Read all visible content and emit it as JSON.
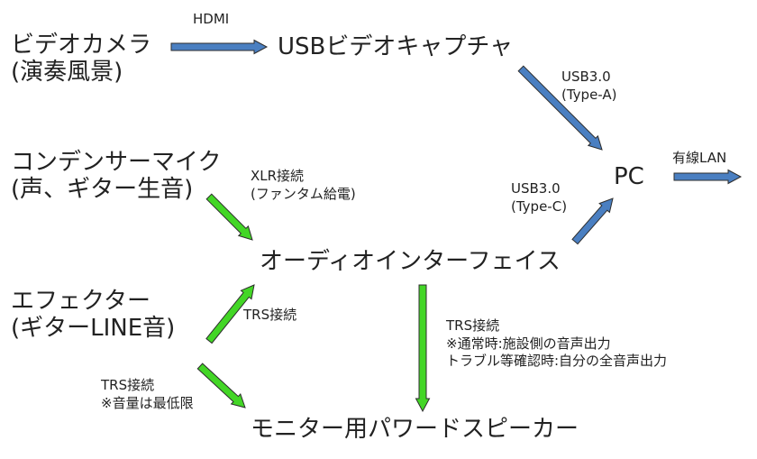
{
  "colors": {
    "blue": "#4a7fc1",
    "green": "#43d626",
    "outline": "#2d2d2d",
    "text": "#222222"
  },
  "nodes": {
    "camera": [
      "ビデオカメラ",
      "(演奏風景)"
    ],
    "capture": [
      "USBビデオキャプチャ"
    ],
    "pc": [
      "PC"
    ],
    "mic": [
      "コンデンサーマイク",
      "(声、ギター生音)"
    ],
    "interface": [
      "オーディオインターフェイス"
    ],
    "effector": [
      "エフェクター",
      "(ギターLINE音)"
    ],
    "speaker": [
      "モニター用パワードスピーカー"
    ]
  },
  "labels": {
    "hdmi": [
      "HDMI"
    ],
    "usb_a": [
      "USB3.0",
      "(Type-A)"
    ],
    "lan": [
      "有線LAN"
    ],
    "usb_c": [
      "USB3.0",
      "(Type-C)"
    ],
    "xlr": [
      "XLR接続",
      "(ファンタム給電)"
    ],
    "trs_effector": [
      "TRS接続"
    ],
    "trs_speaker": [
      "TRS接続",
      "※通常時:施設側の音声出力",
      "トラブル等確認時:自分の全音声出力"
    ],
    "trs_effector_speaker": [
      "TRS接続",
      "※音量は最低限"
    ]
  }
}
